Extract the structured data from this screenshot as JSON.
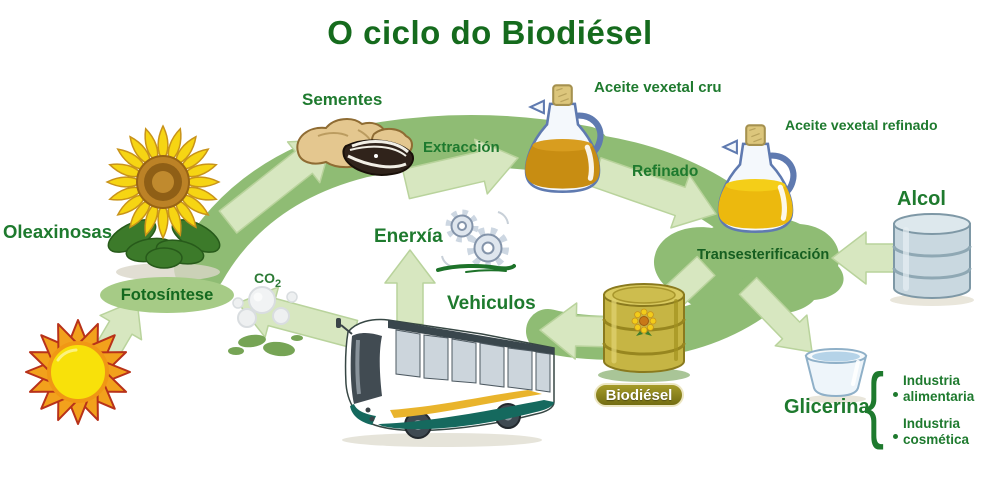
{
  "title": "O ciclo do Biodiésel",
  "labels": {
    "oleaxinosas": "Oleaxinosas",
    "fotosintese": "Fotosíntese",
    "co2_base": "CO",
    "co2_sub": "2",
    "sementes": "Sementes",
    "extraccion": "Extracción",
    "aceite_vexetal_cru": "Aceite vexetal cru",
    "refinado": "Refinado",
    "aceite_vexetal_refinado": "Aceite vexetal refinado",
    "alcol": "Alcol",
    "transesterificacion": "Transesterificación",
    "biodiesel": "Biodiésel",
    "glicerina": "Glicerina",
    "glicerina_brace": "{",
    "industria_alimentaria": "Industria alimentaria",
    "industria_cosmetica": "Industria cosmética",
    "enerxia": "Enerxía",
    "vehiculos": "Vehiculos"
  },
  "colors": {
    "title_green": "#156b1d",
    "label_green": "#1e7a2e",
    "ring_green": "#8fbc74",
    "arrow_light_green": "#d7e7c0",
    "biodiesel_barrel_gold": "#c6b544",
    "alcohol_drum_blue": "#c9d8e0",
    "sun_yellow": "#f8e10a",
    "badge_olive": "#8a8420",
    "badge_text": "#ffffff"
  }
}
